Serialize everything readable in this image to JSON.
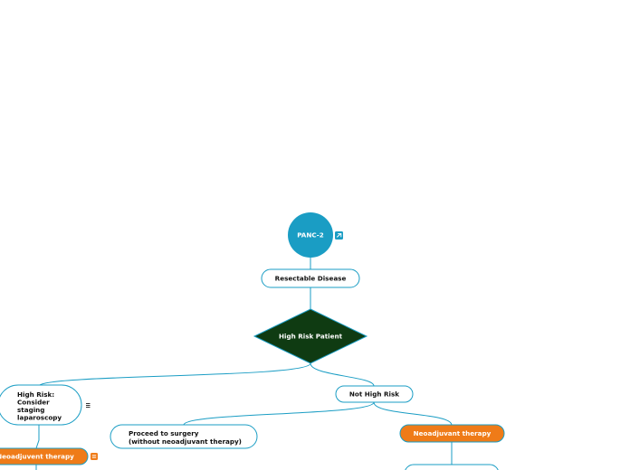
{
  "colors": {
    "root_fill": "#1a9dc4",
    "connector": "#1a9dc4",
    "outline": "#1a9dc4",
    "decision_fill": "#0f3b12",
    "decision_stroke": "#1a9dc4",
    "orange_fill": "#ef7b18",
    "orange_stroke": "#1a9dc4",
    "white_text": "#ffffff",
    "dark_text": "#111111"
  },
  "nodes": {
    "root": {
      "label": "PANC-2",
      "icon": "link-icon"
    },
    "resectable": {
      "label": "Resectable Disease"
    },
    "decision": {
      "label": "High Risk Patient"
    },
    "high_risk": {
      "lines": [
        "High Risk:",
        "Consider",
        "staging",
        "laparoscopy"
      ],
      "icon": "notes-icon"
    },
    "not_high_risk": {
      "label": "Not High Risk"
    },
    "proceed": {
      "lines": [
        "Proceed to surgery",
        "(without neoadjuvant therapy)"
      ]
    },
    "neo_right": {
      "label": "Neoadjuvant therapy"
    },
    "neo_left": {
      "label": "Neoadjuvent therapy",
      "icon": "notes-icon"
    }
  }
}
